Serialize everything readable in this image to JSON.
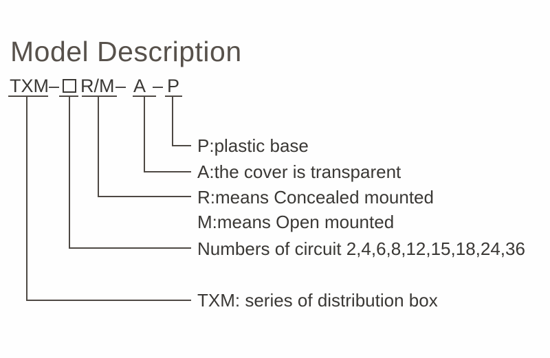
{
  "title": "Model Description",
  "model_code": {
    "series": "TXM–",
    "circuit_box_symbol": "□",
    "mount": "R/M",
    "sep1": "–",
    "cover": "A",
    "sep2": "–",
    "base": "P"
  },
  "legend": [
    {
      "id": "p",
      "label": "P:plastic base"
    },
    {
      "id": "a",
      "label": "A:the cover is transparent"
    },
    {
      "id": "r",
      "label": "R:means Concealed mounted"
    },
    {
      "id": "m",
      "label": "M:means Open mounted"
    },
    {
      "id": "circuits",
      "label": "Numbers of circuit 2,4,6,8,12,15,18,24,36"
    },
    {
      "id": "txm",
      "label": "TXM: series of distribution box"
    }
  ],
  "colors": {
    "title": "#57514b",
    "text": "#3a3835",
    "line": "#4d4843",
    "background": "#fefefe"
  }
}
